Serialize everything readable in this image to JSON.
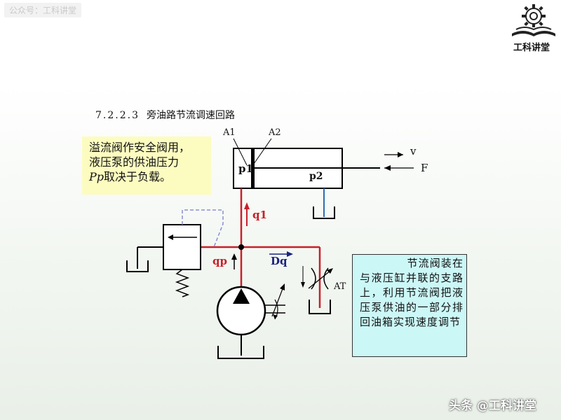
{
  "watermark": {
    "top_left": "公众号：工科讲堂",
    "footer": "头条 @工科讲堂"
  },
  "logo": {
    "text": "工科讲堂"
  },
  "heading": {
    "number": "7.2.2.3",
    "title": "旁油路节流调速回路"
  },
  "note_left": {
    "line1": "溢流阀作安全阀用，",
    "line2": "液压泵的供油压力",
    "pp": "Pp",
    "line3": "取决于负载。"
  },
  "note_right": {
    "text": "节流阀装在与液压缸并联的支路上，利用节流阀把液压泵供油的一部分排回油箱实现速度调节"
  },
  "labels": {
    "a1": "A1",
    "a2": "A2",
    "p1": "p1",
    "p2": "p2",
    "v": "v",
    "f": "F",
    "q1": "q1",
    "qp": "qp",
    "dq": "Dq",
    "at": "AT"
  },
  "colors": {
    "pressure_line": "#c8202a",
    "return_line": "#2a6fb0",
    "pilot_line": "#8a8fd0",
    "note_left_bg": "#fcfcc0",
    "note_right_bg": "#ccf7f7"
  }
}
